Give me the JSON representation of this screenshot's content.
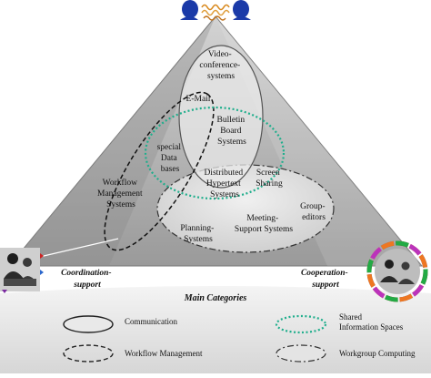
{
  "diagram": {
    "systems": {
      "videoconference": [
        "Video-",
        "conference-",
        "systems"
      ],
      "email": "E-Mail",
      "bulletin_board": [
        "Bulletin",
        "Board",
        "Systems"
      ],
      "special_databases": [
        "special",
        "Data",
        "bases"
      ],
      "distributed_hypertext": [
        "Distributed",
        "Hypertext",
        "Systems"
      ],
      "screen_sharing": [
        "Screen",
        "Sharing"
      ],
      "workflow_management_systems": [
        "Workflow",
        "Management",
        "Systems"
      ],
      "group_editors": [
        "Group-",
        "editors"
      ],
      "meeting_support": [
        "Meeting-",
        "Support Systems"
      ],
      "planning_systems": [
        "Planning-",
        "Systems"
      ]
    },
    "corners": {
      "coordination": [
        "Coordination-",
        "support"
      ],
      "cooperation": [
        "Cooperation-",
        "support"
      ]
    }
  },
  "legend": {
    "title": "Main Categories",
    "items": {
      "communication": [
        "Communication"
      ],
      "shared_information_spaces": [
        "Shared",
        "Information Spaces"
      ],
      "workflow_management": [
        "Workflow Management"
      ],
      "workgroup_computing": [
        "Workgroup Computing"
      ]
    }
  },
  "colors": {
    "triangle_fill": "#a9a9a9",
    "shared_info_dotted": "#1fae8c",
    "legend_panel": "#e4e4e4"
  },
  "icons": {
    "top": "two-people-talking-icon",
    "left": "group-meeting-icon",
    "right": "colorful-team-wheel-icon"
  }
}
